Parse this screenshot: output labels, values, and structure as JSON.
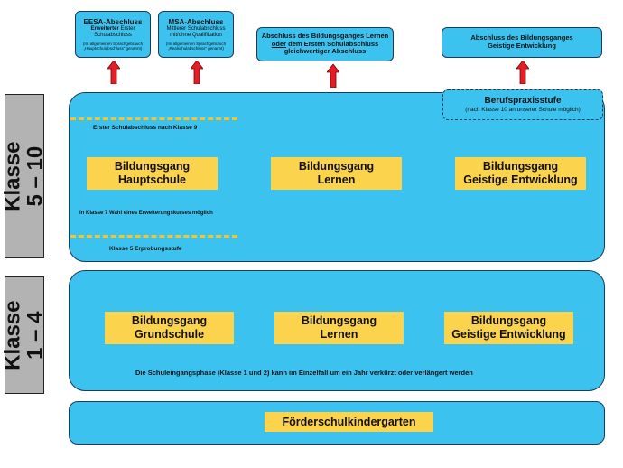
{
  "top_boxes": {
    "eesa": {
      "title": "EESA-Abschluss",
      "sub_bold": "Erweiterter",
      "sub_rest": "Erster",
      "sub2": "Schulabschluss",
      "note1": "(Im allgemeinen Sprachgebrauch",
      "note2": "„Hauptschulabschluss\" genannt)"
    },
    "msa": {
      "title": "MSA-Abschluss",
      "sub1": "Mittlerer Schulabschluss",
      "sub2": "mit/ohne Qualifikation",
      "note1": "(Im allgemeinen Sprachgebrauch",
      "note2": "„Realschulabschluss\" genannt)"
    },
    "lernen": {
      "line1": "Abschluss des Bildungsganges Lernen",
      "line2_u": "oder",
      "line2_rest": "dem Ersten Schulabschluss",
      "line3": "gleichwertiger Abschluss"
    },
    "ge": {
      "line1": "Abschluss des Bildungsganges",
      "line2": "Geistige Entwicklung"
    }
  },
  "berufspraxis": {
    "title": "Berufspraxisstufe",
    "sub": "(nach Klasse 10 an unserer Schule möglich)"
  },
  "sek1": {
    "klasse_line1": "Klasse",
    "klasse_line2": "5 – 10",
    "note_top": "Erster Schulabschluss nach Klasse 9",
    "note_mid": "In Klasse 7 Wahl eines Erweiterungskurses möglich",
    "note_bottom": "Klasse 5 Erprobungsstufe",
    "boxes": [
      {
        "line1": "Bildungsgang",
        "line2": "Hauptschule"
      },
      {
        "line1": "Bildungsgang",
        "line2": "Lernen"
      },
      {
        "line1": "Bildungsgang",
        "line2": "Geistige Entwicklung"
      }
    ]
  },
  "primar": {
    "klasse_line1": "Klasse",
    "klasse_line2": "1 – 4",
    "boxes": [
      {
        "line1": "Bildungsgang",
        "line2": "Grundschule"
      },
      {
        "line1": "Bildungsgang",
        "line2": "Lernen"
      },
      {
        "line1": "Bildungsgang",
        "line2": "Geistige Entwicklung"
      }
    ],
    "note": "Die Schuleingangsphase (Klasse 1 und 2) kann im Einzelfall um ein Jahr verkürzt oder verlängert werden"
  },
  "kindergarten": {
    "label": "Förderschulkindergarten"
  },
  "colors": {
    "panel": "#3cc2ef",
    "yellow": "#fcd34d",
    "arrow": "#e31e24",
    "klasse": "#b3b3b3",
    "dash": "#f4c430"
  }
}
